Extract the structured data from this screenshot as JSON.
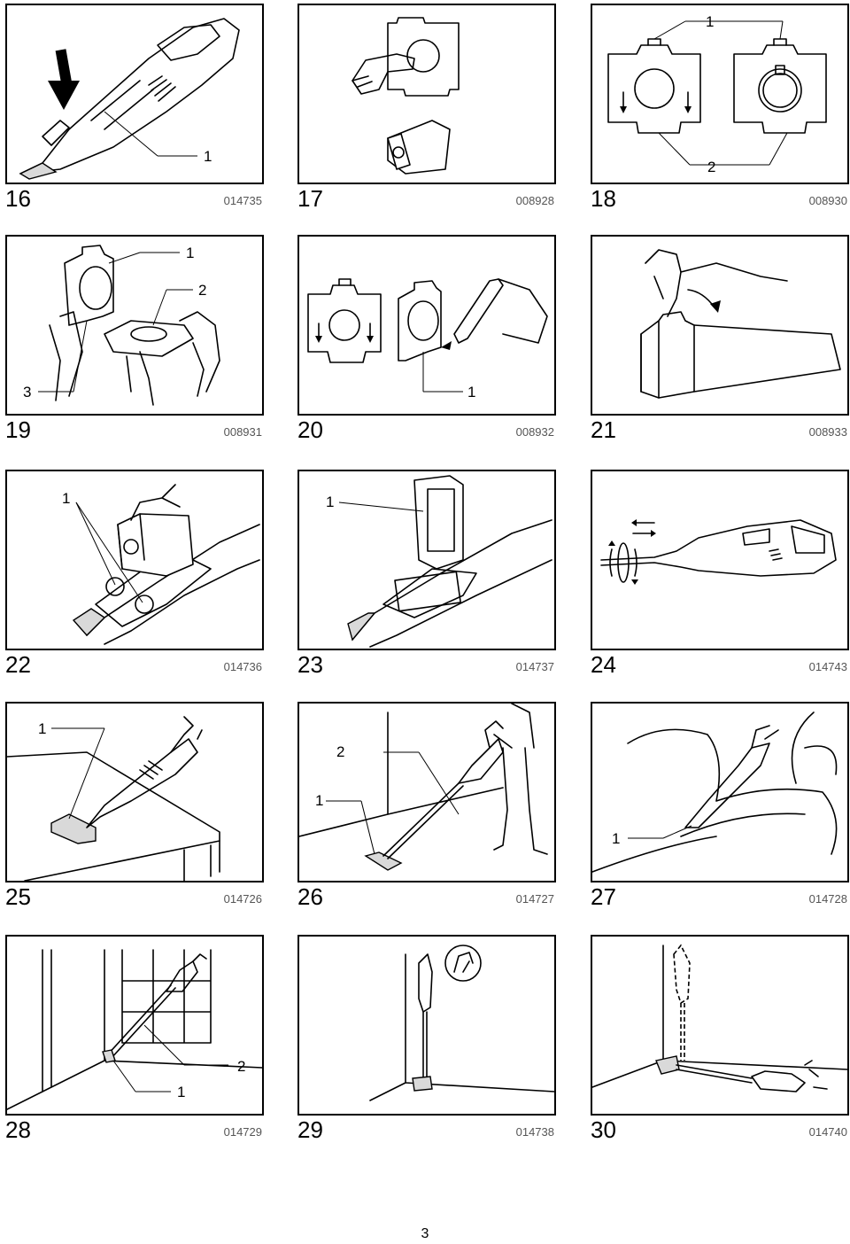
{
  "figures": [
    {
      "number": "16",
      "code": "014735",
      "callouts": [
        "1"
      ]
    },
    {
      "number": "17",
      "code": "008928",
      "callouts": []
    },
    {
      "number": "18",
      "code": "008930",
      "callouts": [
        "1",
        "2"
      ]
    },
    {
      "number": "19",
      "code": "008931",
      "callouts": [
        "1",
        "2",
        "3"
      ]
    },
    {
      "number": "20",
      "code": "008932",
      "callouts": [
        "1"
      ]
    },
    {
      "number": "21",
      "code": "008933",
      "callouts": []
    },
    {
      "number": "22",
      "code": "014736",
      "callouts": [
        "1"
      ]
    },
    {
      "number": "23",
      "code": "014737",
      "callouts": [
        "1"
      ]
    },
    {
      "number": "24",
      "code": "014743",
      "callouts": []
    },
    {
      "number": "25",
      "code": "014726",
      "callouts": [
        "1"
      ]
    },
    {
      "number": "26",
      "code": "014727",
      "callouts": [
        "2",
        "1"
      ]
    },
    {
      "number": "27",
      "code": "014728",
      "callouts": [
        "1"
      ]
    },
    {
      "number": "28",
      "code": "014729",
      "callouts": [
        "2",
        "1"
      ]
    },
    {
      "number": "29",
      "code": "014738",
      "callouts": []
    },
    {
      "number": "30",
      "code": "014740",
      "callouts": []
    }
  ],
  "page_number": "3"
}
